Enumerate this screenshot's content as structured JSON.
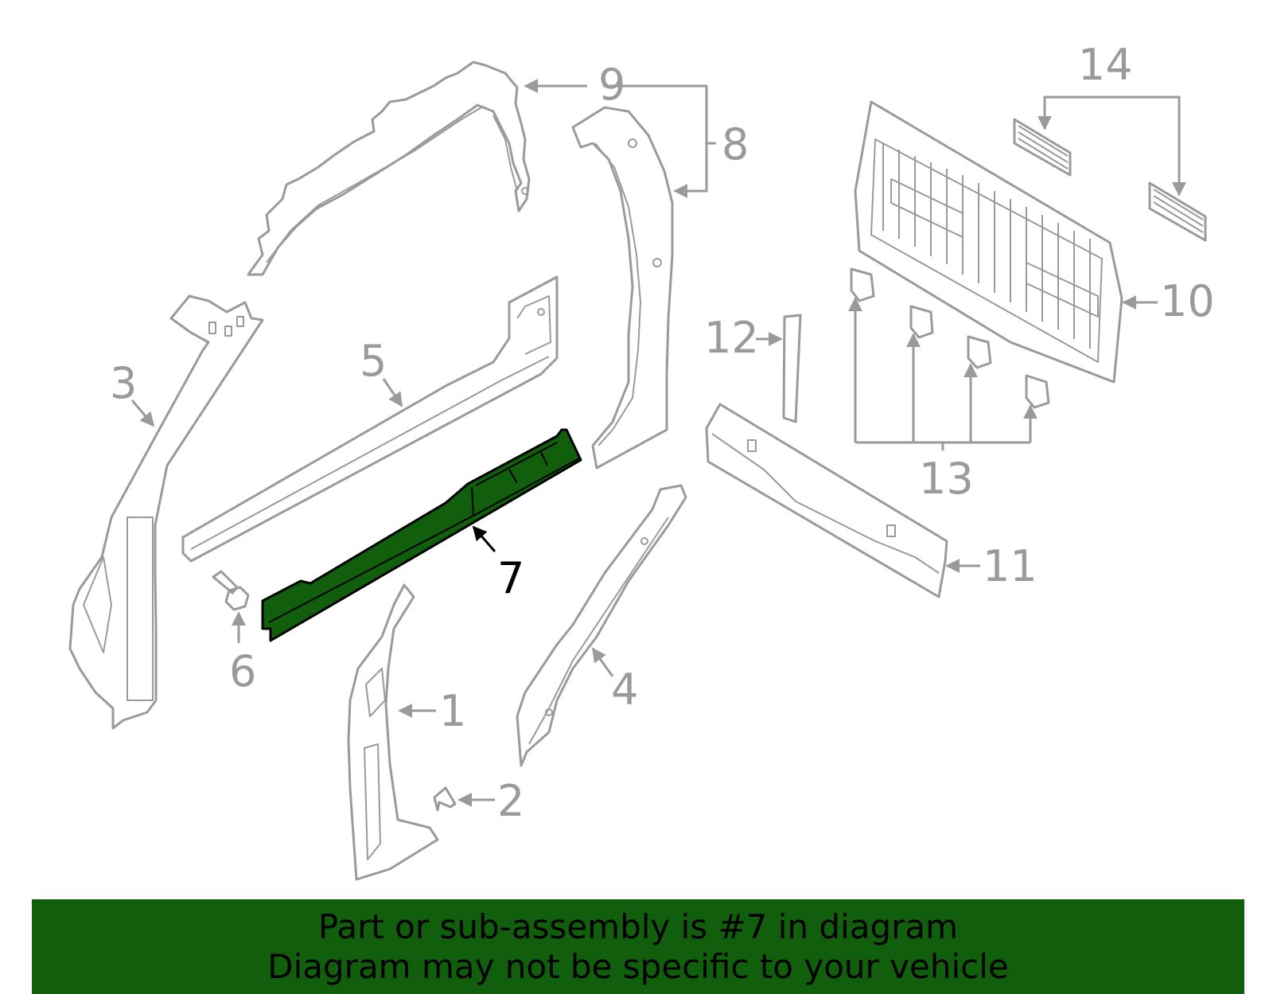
{
  "callouts": {
    "c1": "1",
    "c2": "2",
    "c3": "3",
    "c4": "4",
    "c5": "5",
    "c6": "6",
    "c7": "7",
    "c8": "8",
    "c9": "9",
    "c10": "10",
    "c11": "11",
    "c12": "12",
    "c13": "13",
    "c14": "14"
  },
  "highlight": {
    "part": "7",
    "fill_color": "#115e0c",
    "line_color": "#9a9a9a"
  },
  "banner": {
    "line1": "Part or sub-assembly is #7 in diagram",
    "line2": "Diagram may not be specific to your vehicle",
    "background": "#115e0c"
  }
}
